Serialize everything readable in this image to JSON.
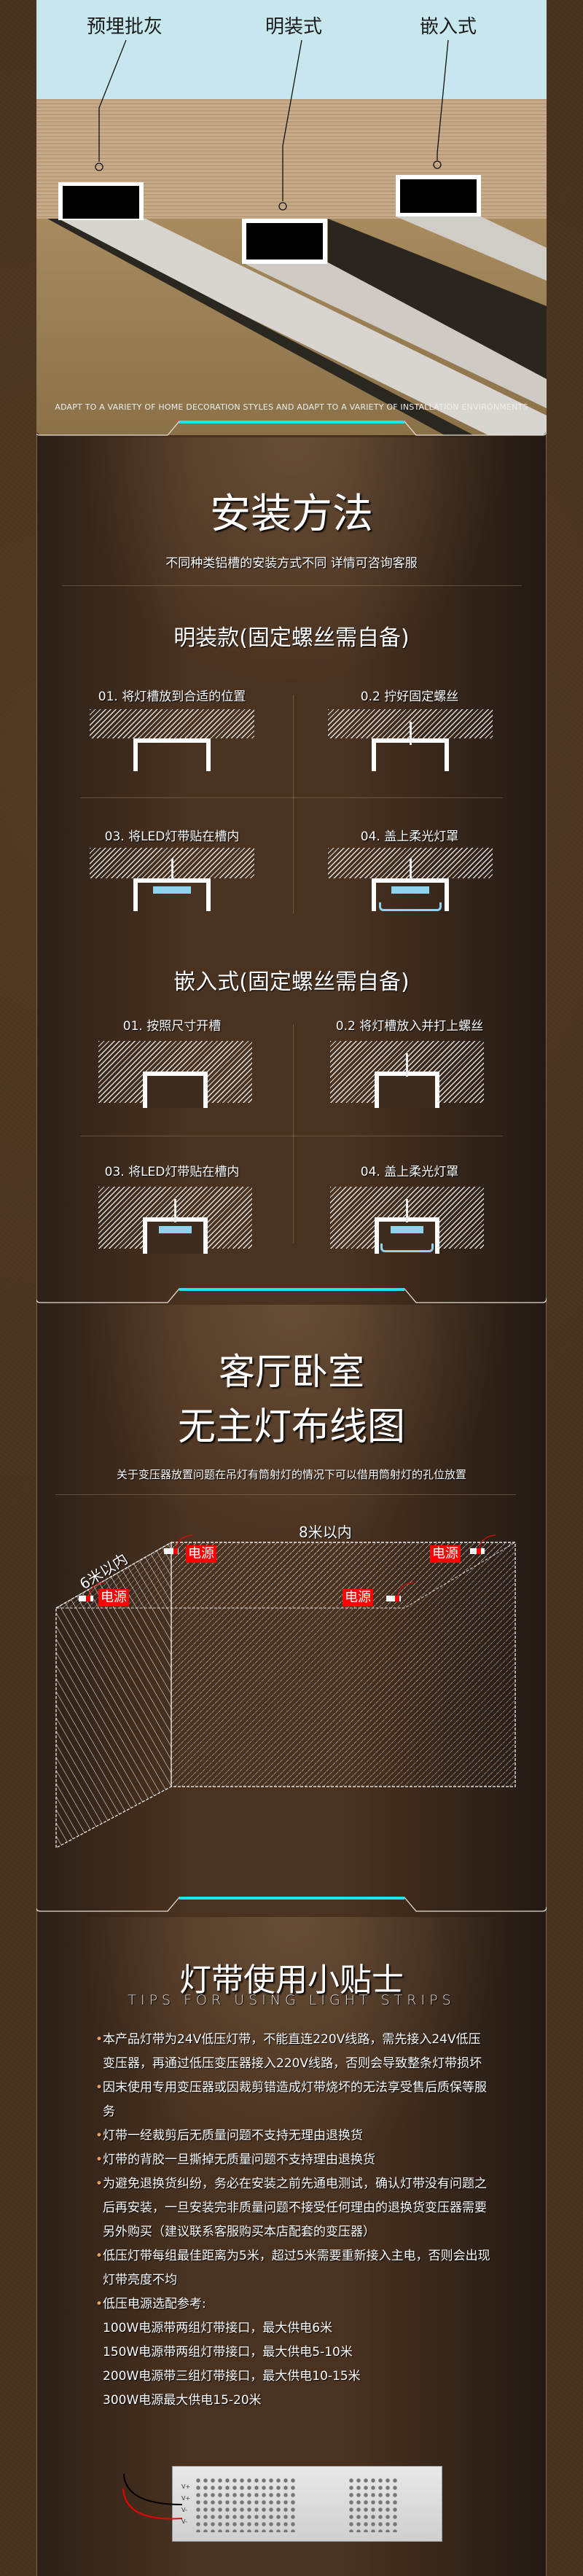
{
  "hero": {
    "labels": [
      "预埋批灰",
      "明装式",
      "嵌入式"
    ],
    "caption": "ADAPT TO A VARIETY OF HOME DECORATION STYLES AND ADAPT TO A VARIETY OF INSTALLATION ENVIRONMENTS"
  },
  "install": {
    "title": "安装方法",
    "subtitle": "不同种类铝槽的安装方式不同 详情可咨询客服",
    "surface": {
      "heading": "明装款(固定螺丝需自备)",
      "steps": [
        "01. 将灯槽放到合适的位置",
        "0.2 拧好固定螺丝",
        "03. 将LED灯带贴在槽内",
        "04. 盖上柔光灯罩"
      ]
    },
    "recessed": {
      "heading": "嵌入式(固定螺丝需自备)",
      "steps": [
        "01. 按照尺寸开槽",
        "0.2 将灯槽放入并打上螺丝",
        "03. 将LED灯带贴在槽内",
        "04. 盖上柔光灯罩"
      ]
    }
  },
  "wiring": {
    "title_line1": "客厅卧室",
    "title_line2": "无主灯布线图",
    "subtitle": "关于变压器放置问题在吊灯有筒射灯的情况下可以借用筒射灯的孔位放置",
    "width_label": "8米以内",
    "depth_label": "6米以内",
    "power_tags": [
      "电源",
      "电源",
      "电源",
      "电源"
    ]
  },
  "tips": {
    "title": "灯带使用小贴士",
    "subtitle_en": "TIPS FOR USING LIGHT STRIPS",
    "items": [
      "本产品灯带为24V低压灯带，不能直连220V线路，需先接入24V低压变压器，再通过低压变压器接入220V线路，否则会导致整条灯带损坏",
      "因末使用专用变压器或因裁剪错造成灯带烧坏的无法享受售后质保等服务",
      "灯带一经裁剪后无质量问题不支持无理由退换货",
      "灯带的背胶一旦撕掉无质量问题不支持理由退换货",
      "为避免退换货纠纷，务必在安装之前先通电测试，确认灯带没有问题之后再安装，一旦安装完非质量问题不接受任何理由的退换货变压器需要另外购买（建议联系客服购买本店配套的变压器）",
      "低压灯带每组最佳距离为5米，超过5米需要重新接入主电，否则会出现灯带亮度不均",
      "低压电源选配参考:"
    ],
    "power_options": [
      "100W电源带两组灯带接口，最大供电6米",
      "150W电源带两组灯带接口，最大供电5-10米",
      "200W电源带三组灯带接口，最大供电10-15米",
      "300W电源最大供电15-20米"
    ],
    "terminal_labels": [
      "V+",
      "V+",
      "V-",
      "V-"
    ]
  },
  "colors": {
    "accent_cyan": "#19e6ef",
    "power_tag_red": "#ff0000",
    "led_blue": "#8fd3ec",
    "background_brown": "#4a3421"
  }
}
